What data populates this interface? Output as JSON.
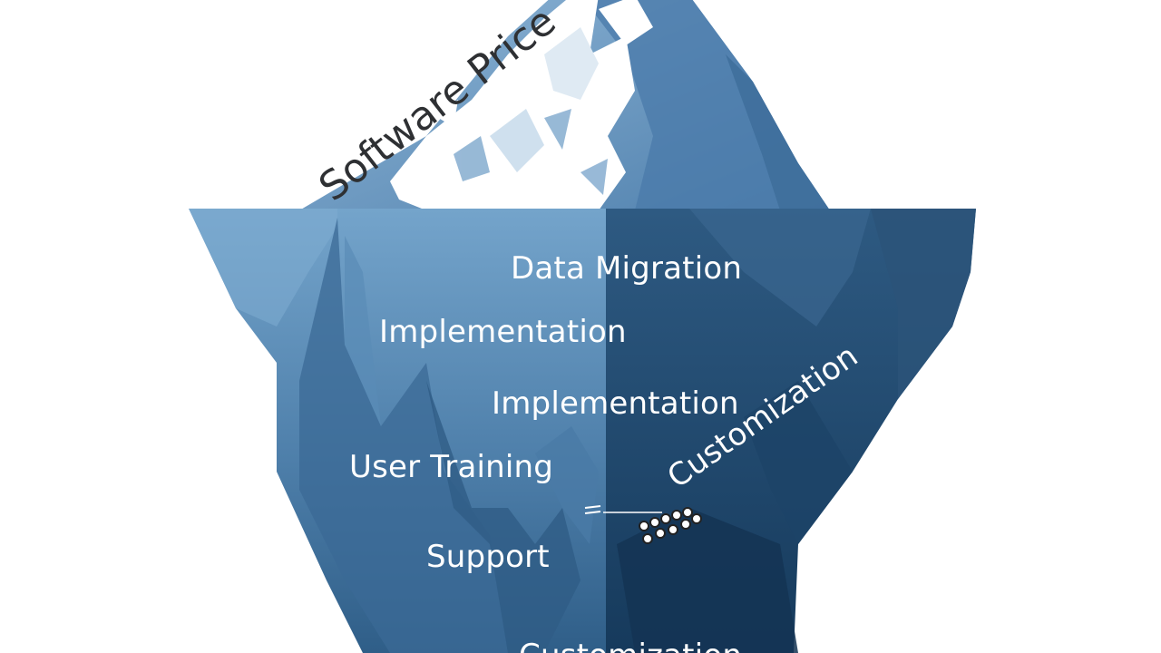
{
  "title": "Software Price",
  "labels": {
    "data_migration": "Data Migration",
    "implementation_1": "Implementation",
    "implementation_2": "Implementation",
    "customization": "Customization",
    "user_training": "User Training",
    "support": "Support",
    "customization_bottom": "Customization"
  },
  "colors": {
    "background": "#ffffff",
    "ice_light": "#6f9fc7",
    "ice_mid": "#4a7aa6",
    "ice_deep": "#1f4a6f",
    "snow": "#ffffff",
    "title_text": "#2e3033",
    "label_text": "#ffffff"
  },
  "icons": {
    "climber_group": "people-group-icon"
  }
}
